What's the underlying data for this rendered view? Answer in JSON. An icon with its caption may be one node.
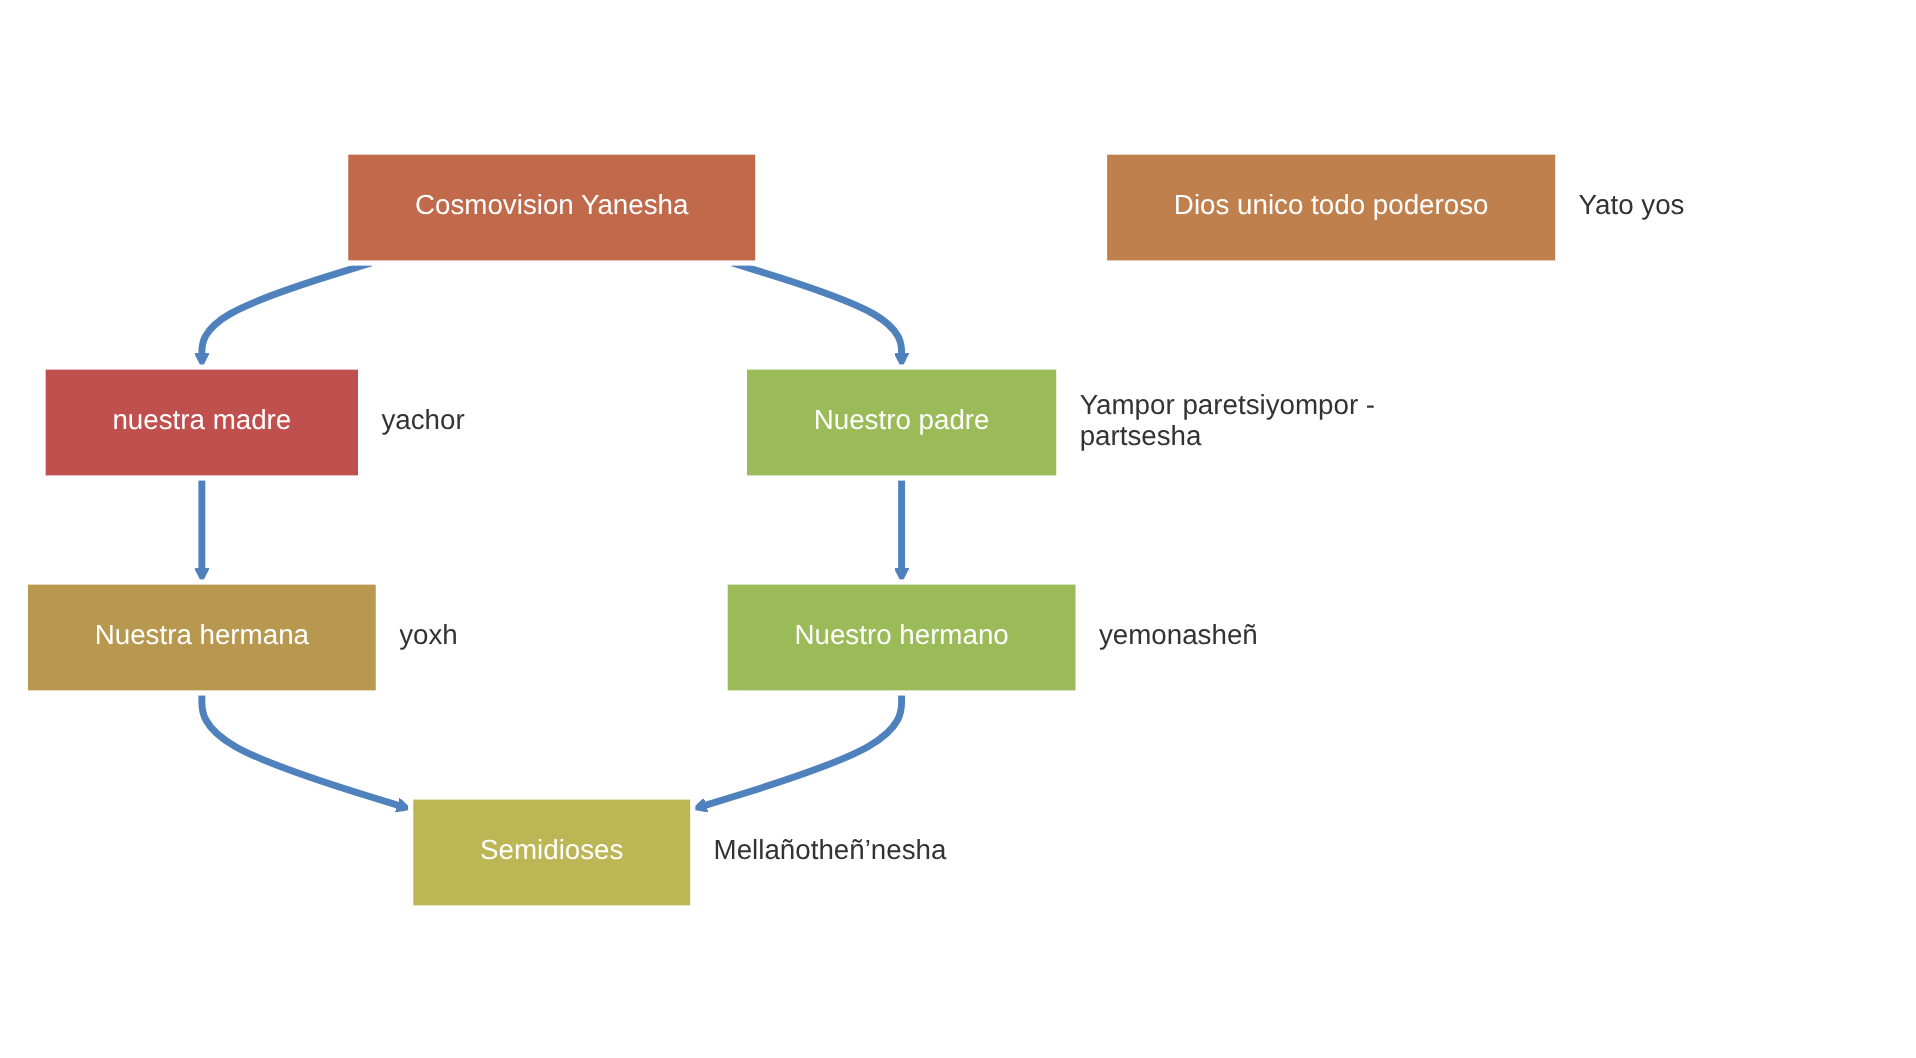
{
  "diagram": {
    "nodes": [
      {
        "text": [
          "Cosmovision Yanesha"
        ]
      },
      {
        "text": [
          "nuestra madre"
        ],
        "beside": [
          "yachor"
        ]
      },
      {
        "text": [
          "Dios unico todo poderoso"
        ],
        "beside": [
          "Yato yos"
        ]
      },
      {
        "text": [
          "Nuestro padre"
        ],
        "beside": [
          "Yampor paretsiyompor - partsesha"
        ]
      },
      {
        "text": [
          "Nuestra hermana"
        ],
        "beside": [
          "yoxh"
        ]
      },
      {
        "text": [
          "Semidioses"
        ],
        "beside": [
          "Mellañotheñ’nesha"
        ]
      },
      {
        "text": [
          "Nuestro hermano"
        ],
        "beside": [
          "yemonasheñ"
        ]
      }
    ],
    "edges": [
      {
        "from": 0,
        "to": 1,
        "arrow": "to"
      },
      {
        "from": 0,
        "to": 3,
        "arrow": "to"
      },
      {
        "from": 1,
        "to": 4,
        "arrow": "to"
      },
      {
        "from": 3,
        "to": 6,
        "arrow": "to"
      },
      {
        "from": 4,
        "to": 5,
        "arrow": "to"
      },
      {
        "from": 6,
        "to": 5,
        "arrow": "to"
      }
    ]
  }
}
